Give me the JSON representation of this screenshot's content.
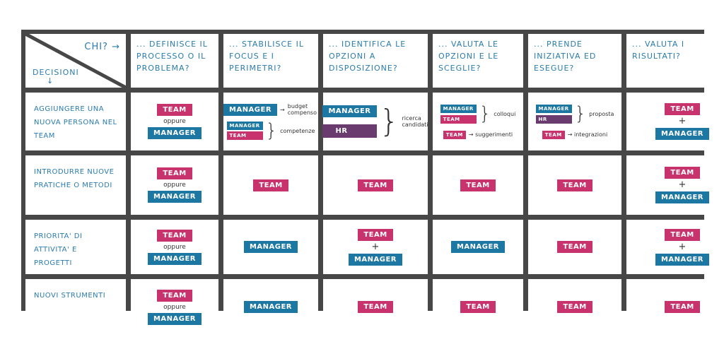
{
  "corner": {
    "chi": "CHI? →",
    "decisioni": "DECISIONI",
    "arrow": "↓"
  },
  "headers": [
    "... definisce il processo o il problema?",
    "... stabilisce il focus e i perimetri?",
    "... identifica le opzioni a disposizione?",
    "... valuta le opzioni e le sceglie?",
    "... prende iniziativa ed esegue?",
    "... valuta i risultati?"
  ],
  "rows": [
    {
      "label": "Aggiungere una nuova persona nel team",
      "cells": [
        [
          {
            "b": "TEAM"
          },
          {
            "o": "oppure"
          },
          {
            "b": "MANAGER"
          }
        ],
        {
          "complex": "focus",
          "m": "MANAGER",
          "arrow": "→",
          "budget": "budget compenso",
          "m2": "MANAGER",
          "t2": "TEAM",
          "comp": "competenze"
        },
        {
          "complex": "opzioni",
          "m": "MANAGER",
          "hr": "HR",
          "note": "ricerca candidati"
        },
        {
          "complex": "valuta",
          "m": "MANAGER",
          "t": "TEAM",
          "note": "colloqui",
          "t2": "TEAM",
          "note2": "→ suggerimenti"
        },
        {
          "complex": "esegue",
          "m": "MANAGER",
          "hr": "HR",
          "note": "proposta",
          "t2": "TEAM",
          "note2": "→ integrazioni"
        },
        [
          {
            "b": "TEAM"
          },
          {
            "p": "+"
          },
          {
            "b": "MANAGER"
          }
        ]
      ]
    },
    {
      "label": "Introdurre nuove pratiche o metodi",
      "cells": [
        [
          {
            "b": "TEAM"
          },
          {
            "o": "oppure"
          },
          {
            "b": "MANAGER"
          }
        ],
        [
          {
            "b": "TEAM"
          }
        ],
        [
          {
            "b": "TEAM"
          }
        ],
        [
          {
            "b": "TEAM"
          }
        ],
        [
          {
            "b": "TEAM"
          }
        ],
        [
          {
            "b": "TEAM"
          },
          {
            "p": "+"
          },
          {
            "b": "MANAGER"
          }
        ]
      ]
    },
    {
      "label": "Priorita' di attivita' e progetti",
      "cells": [
        [
          {
            "b": "TEAM"
          },
          {
            "o": "oppure"
          },
          {
            "b": "MANAGER"
          }
        ],
        [
          {
            "b": "MANAGER"
          }
        ],
        [
          {
            "b": "TEAM"
          },
          {
            "p": "+"
          },
          {
            "b": "MANAGER"
          }
        ],
        [
          {
            "b": "MANAGER"
          }
        ],
        [
          {
            "b": "TEAM"
          }
        ],
        [
          {
            "b": "TEAM"
          },
          {
            "p": "+"
          },
          {
            "b": "MANAGER"
          }
        ]
      ]
    },
    {
      "label": "Nuovi strumenti",
      "cells": [
        [
          {
            "b": "TEAM"
          },
          {
            "o": "oppure"
          },
          {
            "b": "MANAGER"
          }
        ],
        [
          {
            "b": "MANAGER"
          }
        ],
        [
          {
            "b": "TEAM"
          }
        ],
        [
          {
            "b": "TEAM"
          }
        ],
        [
          {
            "b": "TEAM"
          }
        ],
        [
          {
            "b": "TEAM"
          }
        ]
      ]
    }
  ],
  "colors": {
    "team": "#c8336e",
    "manager": "#1d77a3",
    "hr": "#6a3b6e",
    "text": "#2a7cae",
    "grid": "#474747"
  }
}
